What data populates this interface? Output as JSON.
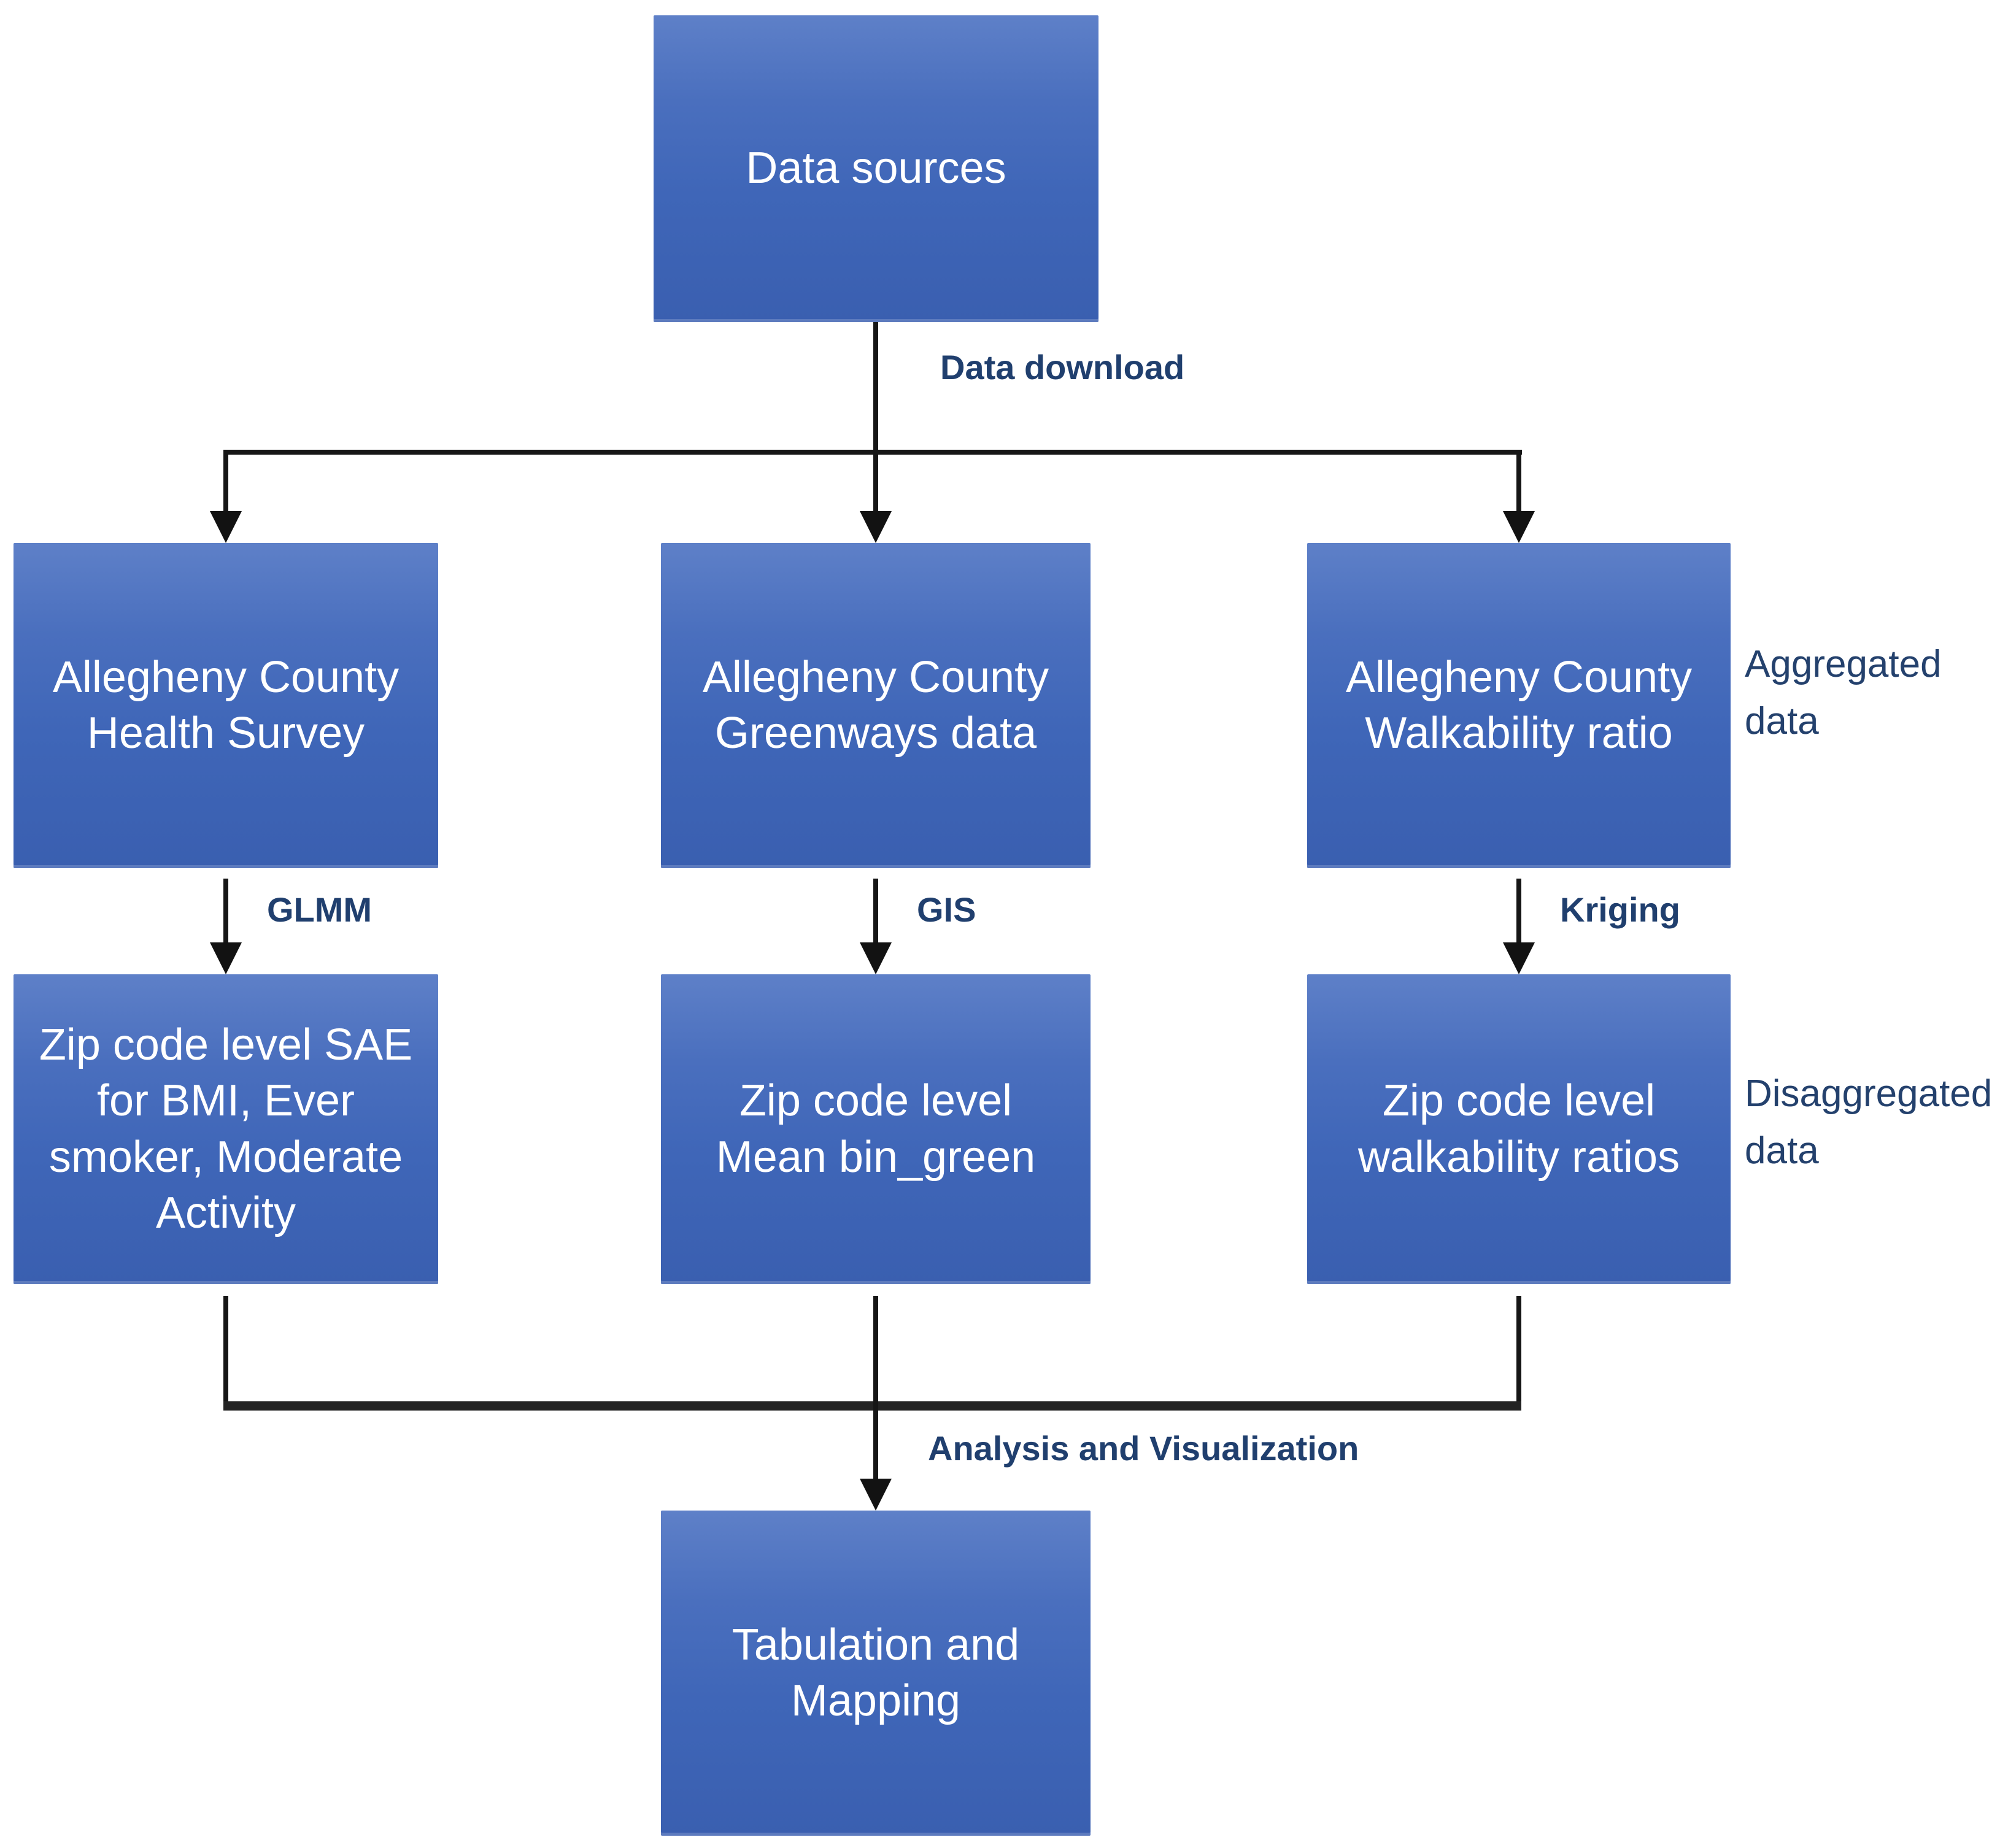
{
  "nodes": {
    "data_sources": {
      "label": "Data sources"
    },
    "health_survey": {
      "label": "Allegheny County\nHealth Survey"
    },
    "greenways": {
      "label": "Allegheny County\nGreenways data"
    },
    "walkability": {
      "label": "Allegheny County\nWalkability ratio"
    },
    "sae": {
      "label": "Zip code level SAE\nfor BMI, Ever\nsmoker, Moderate\nActivity"
    },
    "bin_green": {
      "label": "Zip code level\nMean bin_green"
    },
    "walkability_ratios": {
      "label": "Zip code level\nwalkability ratios"
    },
    "tabulation": {
      "label": "Tabulation and\nMapping"
    }
  },
  "edge_labels": {
    "data_download": "Data download",
    "glmm": "GLMM",
    "gis": "GIS",
    "kriging": "Kriging",
    "analysis_visualization": "Analysis and Visualization"
  },
  "side_labels": {
    "aggregated": "Aggregated\ndata",
    "disaggregated": "Disaggregated\ndata"
  },
  "colors": {
    "box_gradient_top": "#5e80c8",
    "box_gradient_middle": "#3f66b8",
    "box_gradient_bottom": "#3a5fb0",
    "box_text": "#ffffff",
    "label_navy": "#203f6e",
    "connector_black": "#161616",
    "background": "#ffffff"
  }
}
